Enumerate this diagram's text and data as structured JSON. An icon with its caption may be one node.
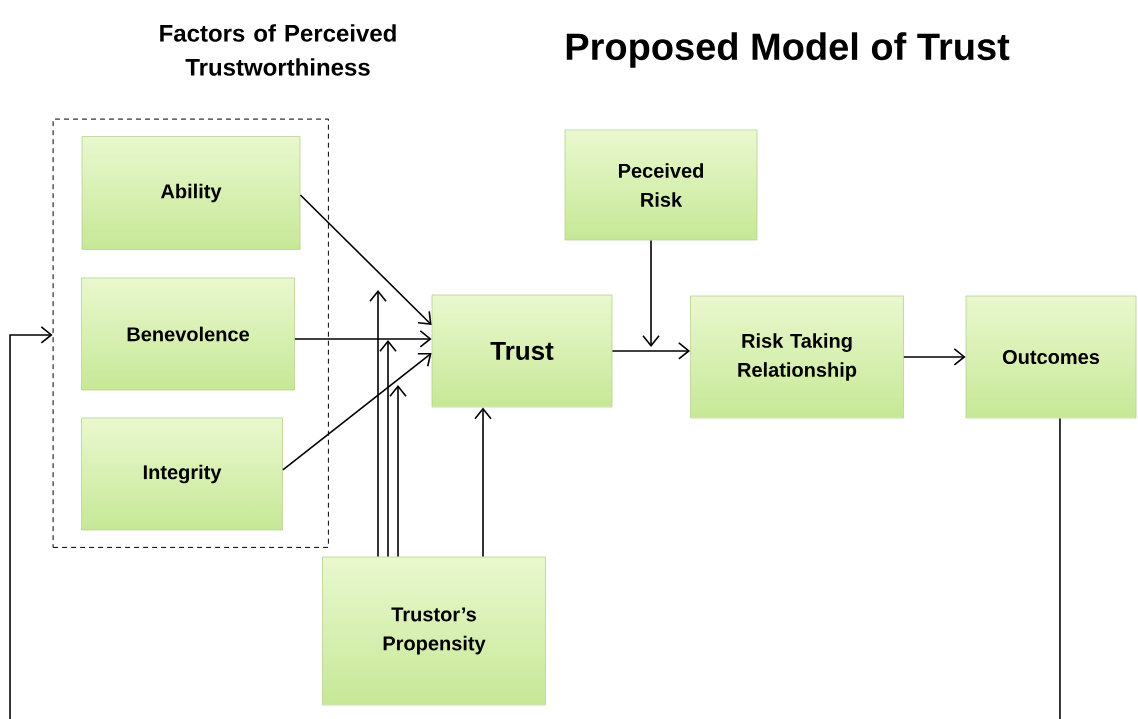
{
  "diagram": {
    "title": "Proposed Model of Trust",
    "nodes": [
      {
        "text": [
          "Factors of Perceived Trustworthiness"
        ]
      },
      {
        "text": [
          "Ability"
        ],
        "in": 0
      },
      {
        "text": [
          "Benevolence"
        ],
        "in": 0
      },
      {
        "text": [
          "Integrity"
        ],
        "in": 0
      },
      {
        "text": [
          "Trust"
        ]
      },
      {
        "text": [
          "Peceived Risk"
        ]
      },
      {
        "text": [
          "Risk Taking Relationship"
        ]
      },
      {
        "text": [
          "Outcomes"
        ]
      },
      {
        "text": [
          "Trustor’s Propensity"
        ]
      }
    ],
    "edges": [
      {
        "from": 1,
        "to": 4,
        "arrow": "to"
      },
      {
        "from": 2,
        "to": 4,
        "arrow": "to"
      },
      {
        "from": 3,
        "to": 4,
        "arrow": "to"
      },
      {
        "from": 4,
        "to": 6,
        "arrow": "to"
      },
      {
        "from": 6,
        "to": 7,
        "arrow": "to"
      },
      {
        "from": 8,
        "to": 4,
        "arrow": "to"
      },
      {
        "from": 5,
        "to": null,
        "arrow": "to"
      },
      {
        "from": 8,
        "to": null,
        "arrow": "to"
      },
      {
        "from": 8,
        "to": null,
        "arrow": "to"
      },
      {
        "from": 8,
        "to": null,
        "arrow": "to"
      },
      {
        "from": 7,
        "to": null,
        "arrow": "none"
      },
      {
        "from": null,
        "to": 0,
        "arrow": "to"
      }
    ]
  }
}
